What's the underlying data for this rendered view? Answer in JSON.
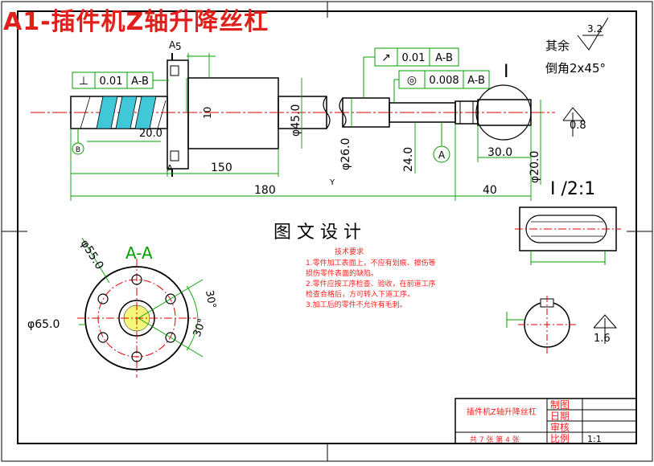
{
  "overlay_title": "A1-插件机Z轴升降丝杠",
  "drawing_title": "图 文 设 计",
  "colors": {
    "line": "#000000",
    "dim": "#00a000",
    "center": "#e00000",
    "hatch": "#00b0c0",
    "title": "#e0201a",
    "note": "#ff2020",
    "frame": "#000000"
  },
  "dimensions": {
    "d_5": "5",
    "d_10": "10",
    "d_150": "150",
    "d_180": "180",
    "d_40": "40",
    "d_30": "30.0",
    "d_24": "24.0",
    "d_26": "φ26.0",
    "d_20": "20.0",
    "d_45": "φ45.0",
    "d_phi20": "φ20.0",
    "d_55": "φ55.0",
    "d_65": "φ65.0",
    "d_30deg_a": "30°",
    "d_30deg_b": "30°"
  },
  "tolerances": {
    "perp": {
      "symbol": "⊥",
      "value": "0.01",
      "datum": "A-B"
    },
    "runout": {
      "symbol": "↗",
      "value": "0.01",
      "datum": "A-B"
    },
    "concentric": {
      "symbol": "◎",
      "value": "0.008",
      "datum": "A-B"
    }
  },
  "labels": {
    "datum_a": "A",
    "datum_b": "B",
    "section_a_top": "A",
    "section_a_bottom": "A",
    "section_title": "A-A",
    "detail_i": "I",
    "detail_scale": "I /2:1",
    "rest_label": "其余",
    "chamfer": "倒角2x45°",
    "rough_32": "3.2",
    "rough_08": "0.8",
    "rough_16": "1.6"
  },
  "notes": {
    "heading": "技术要求",
    "lines": [
      "1.零件加工表面上，不应有划痕、擦伤等",
      "损伤零件表面的缺陷。",
      "2.零件应按工序检查、验收，在前道工序",
      "检查合格后，方可转入下道工序。",
      "3.加工后的零件不允许有毛刺。"
    ]
  },
  "title_block": {
    "part_name": "插件机Z轴升降丝杠",
    "sheet_info": "共 7 张 第 4 张",
    "row_labels": [
      "制图",
      "日期",
      "审核",
      "比例"
    ],
    "scale_value": "1:1"
  }
}
